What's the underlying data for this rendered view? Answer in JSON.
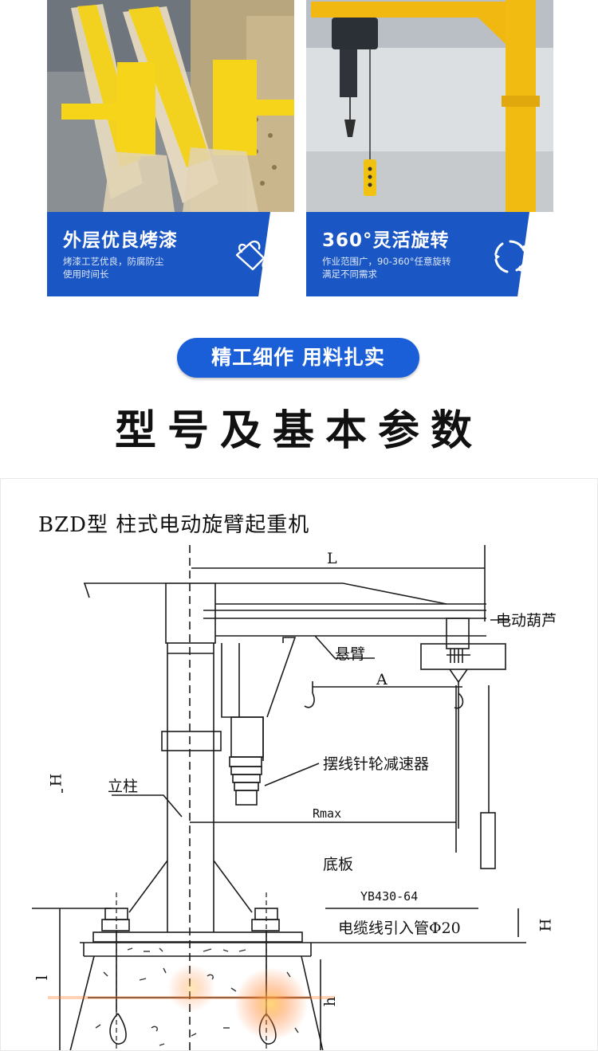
{
  "features": [
    {
      "title": "外层优良烤漆",
      "desc_lines": [
        "烤漆工艺优良，防腐防尘",
        "使用时间长"
      ],
      "icon": "paint-bucket-icon",
      "accent": "#1a56c4"
    },
    {
      "title": "360°灵活旋转",
      "desc_lines": [
        "作业范围广，90-360°任意旋转",
        "满足不同需求"
      ],
      "icon": "rotate-icon",
      "accent": "#1a56c4"
    }
  ],
  "banner": {
    "pill_text": "精工细作 用料扎实",
    "pill_color": "#1a5fd8"
  },
  "section_title": "型号及基本参数",
  "diagram": {
    "title": "BZD型  柱式电动旋臂起重机",
    "labels": {
      "L": "L",
      "hoist": "电动葫芦",
      "cantilever": "悬臂",
      "A": "A",
      "reducer": "摆线针轮减速器",
      "pillar": "立柱",
      "rmax": "Rmax",
      "base": "底板",
      "code": "YB430-64",
      "cable": "电缆线引入管Φ20",
      "H_left": "H",
      "H_right": "H",
      "l_left": "l",
      "h_right": "h"
    }
  }
}
